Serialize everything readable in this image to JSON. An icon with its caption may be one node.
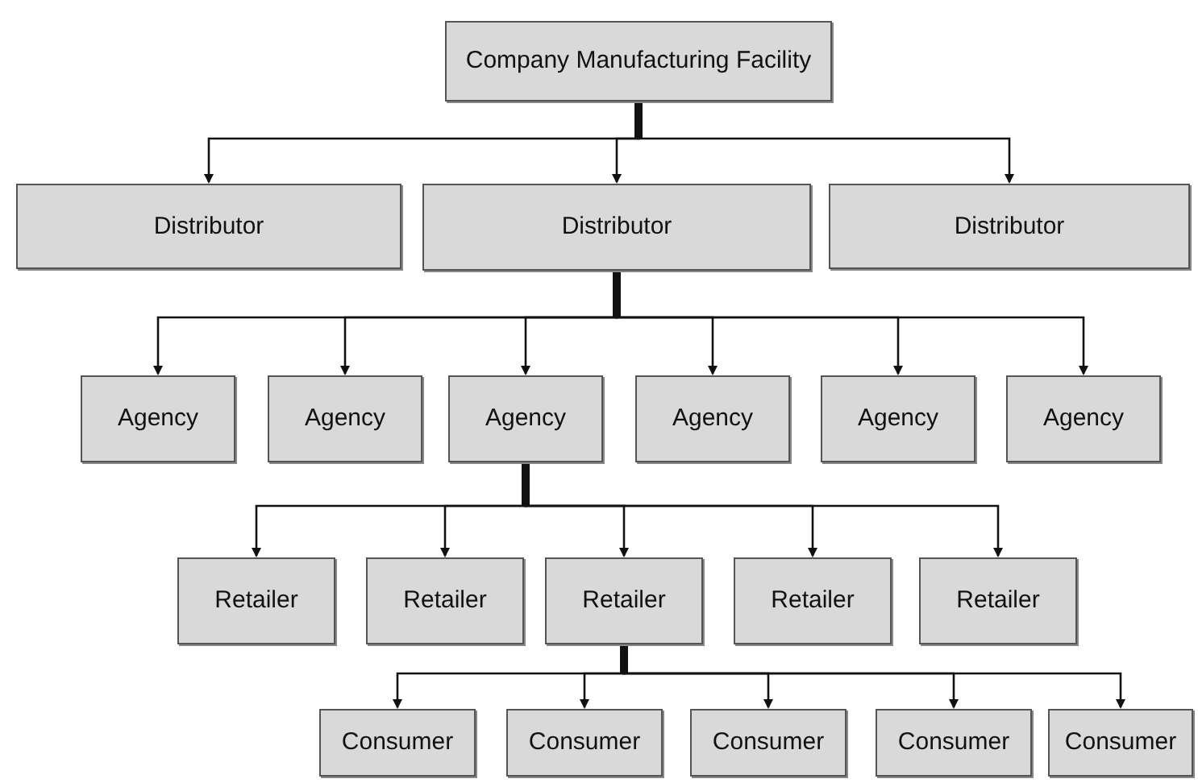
{
  "diagram": {
    "nodes": [
      {
        "text": [
          "Company Manufacturing Facility"
        ]
      },
      {
        "text": [
          "Distributor"
        ]
      },
      {
        "text": [
          "Distributor"
        ]
      },
      {
        "text": [
          "Distributor"
        ]
      },
      {
        "text": [
          "Agency"
        ]
      },
      {
        "text": [
          "Agency"
        ]
      },
      {
        "text": [
          "Agency"
        ]
      },
      {
        "text": [
          "Agency"
        ]
      },
      {
        "text": [
          "Agency"
        ]
      },
      {
        "text": [
          "Agency"
        ]
      },
      {
        "text": [
          "Retailer"
        ]
      },
      {
        "text": [
          "Retailer"
        ]
      },
      {
        "text": [
          "Retailer"
        ]
      },
      {
        "text": [
          "Retailer"
        ]
      },
      {
        "text": [
          "Retailer"
        ]
      },
      {
        "text": [
          "Consumer"
        ]
      },
      {
        "text": [
          "Consumer"
        ]
      },
      {
        "text": [
          "Consumer"
        ]
      },
      {
        "text": [
          "Consumer"
        ]
      },
      {
        "text": [
          "Consumer"
        ]
      }
    ],
    "edges": [
      {
        "from": 0,
        "to": 1,
        "arrow": "to"
      },
      {
        "from": 0,
        "to": 2,
        "arrow": "to"
      },
      {
        "from": 0,
        "to": 3,
        "arrow": "to"
      },
      {
        "from": 2,
        "to": 4,
        "arrow": "to"
      },
      {
        "from": 2,
        "to": 5,
        "arrow": "to"
      },
      {
        "from": 2,
        "to": 6,
        "arrow": "to"
      },
      {
        "from": 2,
        "to": 7,
        "arrow": "to"
      },
      {
        "from": 2,
        "to": 8,
        "arrow": "to"
      },
      {
        "from": 2,
        "to": 9,
        "arrow": "to"
      },
      {
        "from": 6,
        "to": 10,
        "arrow": "to"
      },
      {
        "from": 6,
        "to": 11,
        "arrow": "to"
      },
      {
        "from": 6,
        "to": 12,
        "arrow": "to"
      },
      {
        "from": 6,
        "to": 13,
        "arrow": "to"
      },
      {
        "from": 6,
        "to": 14,
        "arrow": "to"
      },
      {
        "from": 12,
        "to": 15,
        "arrow": "to"
      },
      {
        "from": 12,
        "to": 16,
        "arrow": "to"
      },
      {
        "from": 12,
        "to": 17,
        "arrow": "to"
      },
      {
        "from": 12,
        "to": 18,
        "arrow": "to"
      },
      {
        "from": 12,
        "to": 19,
        "arrow": "to"
      }
    ]
  }
}
